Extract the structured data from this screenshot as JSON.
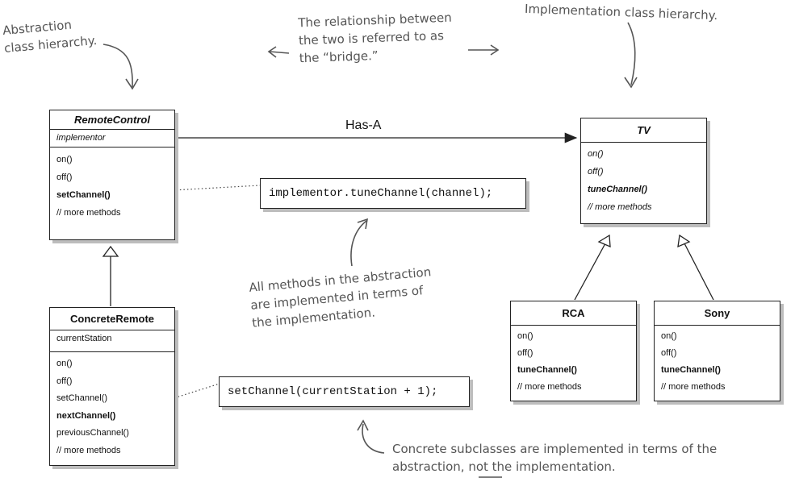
{
  "notes": {
    "abstraction_hierarchy": [
      "Abstraction",
      "class hierarchy."
    ],
    "bridge": [
      "The relationship between",
      "the two is referred to as",
      "the “bridge.”"
    ],
    "implementation_hierarchy": "Implementation class hierarchy.",
    "all_methods": [
      "All methods in the abstraction",
      "are implemented in terms of",
      "the implementation."
    ],
    "concrete_subclasses": [
      "Concrete subclasses are implemented in terms of the",
      "abstraction,",
      "not",
      "the implementation."
    ]
  },
  "has_a_label": "Has-A",
  "remote_control": {
    "title": "RemoteControl",
    "field": "implementor",
    "methods": [
      "on()",
      "off()",
      "setChannel()",
      "// more methods"
    ]
  },
  "concrete_remote": {
    "title": "ConcreteRemote",
    "field": "currentStation",
    "methods": [
      "on()",
      "off()",
      "setChannel()",
      "nextChannel()",
      "previousChannel()",
      "// more methods"
    ]
  },
  "tv": {
    "title": "TV",
    "methods": [
      "on()",
      "off()",
      "tuneChannel()",
      "// more methods"
    ]
  },
  "rca": {
    "title": "RCA",
    "methods": [
      "on()",
      "off()",
      "tuneChannel()",
      "// more methods"
    ]
  },
  "sony": {
    "title": "Sony",
    "methods": [
      "on()",
      "off()",
      "tuneChannel()",
      "// more methods"
    ]
  },
  "code": {
    "implementor_call": "implementor.tuneChannel(channel);",
    "set_channel_call": "setChannel(currentStation + 1);"
  }
}
